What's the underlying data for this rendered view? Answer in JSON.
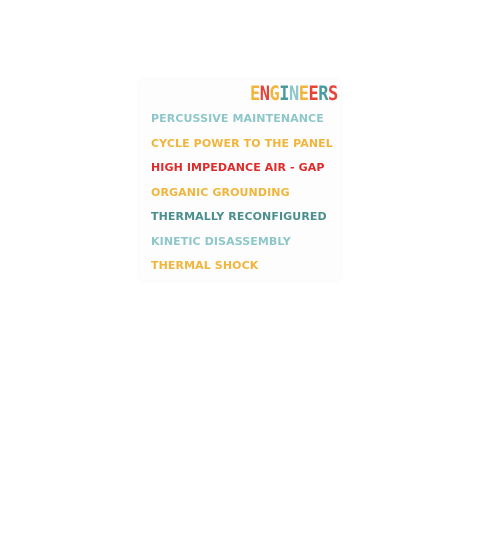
{
  "brand": {
    "word": "ENGINEERS",
    "letter_colors": [
      "#f0b53a",
      "#e7433a",
      "#f0b53a",
      "#4a9b9c",
      "#8dc7c9",
      "#f0b53a",
      "#e7433a",
      "#4a9b9c",
      "#e7433a"
    ]
  },
  "phrases": [
    {
      "text": "PERCUSSIVE MAINTENANCE",
      "color": "#8dc7c9"
    },
    {
      "text": "CYCLE POWER TO THE PANEL",
      "color": "#f0b53a"
    },
    {
      "text": "HIGH IMPEDANCE AIR - GAP",
      "color": "#e02b2b"
    },
    {
      "text": "ORGANIC GROUNDING",
      "color": "#f0b53a"
    },
    {
      "text": "THERMALLY RECONFIGURED",
      "color": "#4a8f90"
    },
    {
      "text": "KINETIC DISASSEMBLY",
      "color": "#8dc7c9"
    },
    {
      "text": "THERMAL SHOCK",
      "color": "#f0b53a"
    }
  ]
}
